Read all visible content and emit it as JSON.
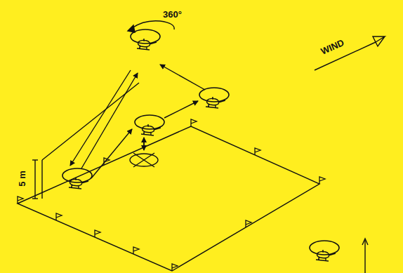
{
  "diagram": {
    "labels": [
      "360°",
      "5 m",
      "WIND"
    ]
  }
}
